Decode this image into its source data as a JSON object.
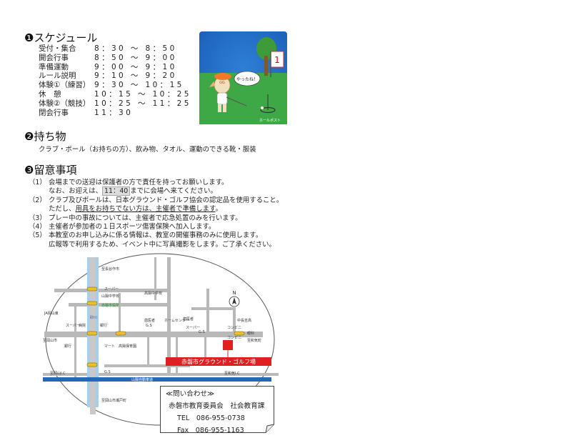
{
  "schedule": {
    "title": "❶スケジュール",
    "rows": [
      {
        "label": "受付・集合",
        "time": "8：30 ～ 8：50"
      },
      {
        "label": "開会行事",
        "time": "8：50 ～ 9：00"
      },
      {
        "label": "準備運動",
        "time": "9：00 ～ 9：10"
      },
      {
        "label": "ルール説明",
        "time": "9：10 ～ 9：20"
      },
      {
        "label": "体験①（練習）",
        "time": "9：30 ～ 10：15"
      },
      {
        "label": "休　憩",
        "time": "10：15 ～ 10：25"
      },
      {
        "label": "体験②（競技）",
        "time": "10：25 ～ 11：25"
      },
      {
        "label": "閉会行事",
        "time": "11：30"
      }
    ]
  },
  "illustration": {
    "flag_number": "1",
    "speech": "やったね！",
    "cap_label": "GG",
    "caption": "ホールポスト"
  },
  "items": {
    "title": "❷持ち物",
    "text": "クラブ・ボール（お持ちの方）、飲み物、タオル、運動のできる靴・服装"
  },
  "notes": {
    "title": "❸留意事項",
    "n1a": "（1）",
    "n1b": "会場までの送迎は保護者の方で責任を持ってお願いします。",
    "n1c_pre": "なお、お迎えは、",
    "n1c_time": "11：40",
    "n1c_post": "までに会場へ来てください。",
    "n2a": "（2）",
    "n2b": "クラブ及びボールは、日本グラウンド・ゴルフ協会の認定品を使用すること。",
    "n2c_pre": "ただし、",
    "n2c_ul": "用具をお持ちでない方は、主催者で準備します",
    "n2c_post": "。",
    "n3a": "（3）",
    "n3b": "プレー中の事故については、主催者で応急処置のみを行います。",
    "n4a": "（4）",
    "n4b": "主催者が参加者の１日スポーツ傷害保険へ加入します。",
    "n5a": "（5）",
    "n5b": "本教室のお申し込みに係る情報は、教室の開催事務のみに使用します。",
    "n5c": "広報等で利用するため、イベント中に写真撮影をします。ご了承ください。"
  },
  "map": {
    "north": "N",
    "labels": {
      "t_haseda": "至長谷作市",
      "t_super1": "スーパー",
      "t_sanyo_jhs": "山陽中学校",
      "t_takayose": "高陽中学校",
      "t_cityhall": "赤磐市役所",
      "t_ja": "JA岡山東",
      "t_river": "砂川",
      "t_super2": "スーパー",
      "t_hospital": "病院",
      "t_bank": "銀行",
      "t_gs1": "G.S",
      "t_bank2": "銀行",
      "t_school": "高陽保育園",
      "t_homecenter": "ホームセンター",
      "t_dentist": "歯医者",
      "t_super3": "スーパー",
      "t_dental2": "歯医者",
      "t_gs2": "G.S",
      "t_conv1": "コンビニ",
      "t_conv2": "コンビニ",
      "t_nagayoshi": "中長吉高",
      "t_eye": "眼科",
      "t_to_okayama": "至岡山市",
      "t_to_wakecho": "至和気町",
      "t_to_okayama_ic": "至岡山I.C",
      "t_to_wake_ic": "至和気I.C",
      "t_gs3": "G.S",
      "t_sanyo_exp": "山陽自動車道",
      "t_to_setouchi": "至岡山市瀬戸町",
      "t_mart": "マート",
      "t_venue": "赤磐市グラウンド・ゴルフ場"
    },
    "colors": {
      "road": "#b9b9b9",
      "river": "#a8cfe8",
      "expressway": "#2a66b8",
      "venue": "#e02020"
    }
  },
  "contact": {
    "title": "≪問い合わせ≫",
    "org": "赤磐市教育委員会　社会教育課",
    "tel": "TEL　086-955-0738",
    "fax": "Fax　086-955-1163"
  }
}
